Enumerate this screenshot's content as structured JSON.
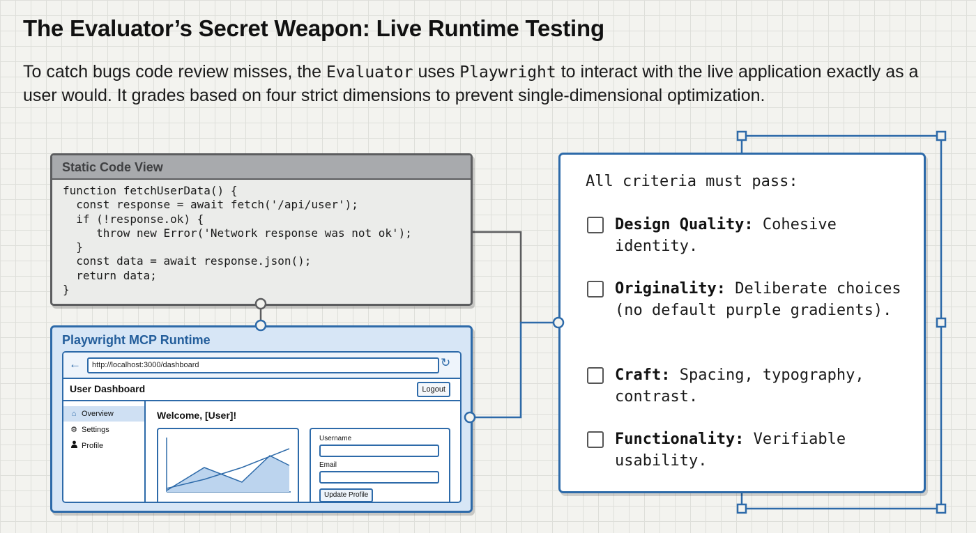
{
  "header": {
    "title": "The Evaluator’s Secret Weapon: Live Runtime Testing",
    "subtitle_part1": "To catch bugs code review misses, the ",
    "subtitle_code1": "Evaluator",
    "subtitle_part2": " uses ",
    "subtitle_code2": "Playwright",
    "subtitle_part3": " to interact with the live application exactly as a user would. It grades based on four strict dimensions to prevent single-dimensional optimization."
  },
  "static_panel": {
    "title": "Static Code View",
    "code": "function fetchUserData() {\n  const response = await fetch('/api/user');\n  if (!response.ok) {\n     throw new Error('Network response was not ok');\n  }\n  const data = await response.json();\n  return data;\n}"
  },
  "runtime_panel": {
    "title": "Playwright MCP Runtime",
    "browser": {
      "url": "http://localhost:3000/dashboard",
      "back_icon": "arrow-left-icon",
      "reload_icon": "reload-icon"
    },
    "app": {
      "title": "User Dashboard",
      "logout_label": "Logout",
      "nav": [
        {
          "label": "Overview",
          "icon": "home-icon",
          "active": true
        },
        {
          "label": "Settings",
          "icon": "gear-icon",
          "active": false
        },
        {
          "label": "Profile",
          "icon": "user-icon",
          "active": false
        }
      ],
      "welcome": "Welcome, [User]!",
      "form": {
        "username_label": "Username",
        "email_label": "Email",
        "submit_label": "Update Profile"
      }
    }
  },
  "criteria": {
    "heading": "All criteria must pass:",
    "items": [
      {
        "name": "Design Quality:",
        "description": " Cohesive identity."
      },
      {
        "name": "Originality:",
        "description": " Deliberate choices (no default purple gradients)."
      },
      {
        "name": "Craft:",
        "description": " Spacing, typography, contrast."
      },
      {
        "name": "Functionality:",
        "description": " Verifiable usability."
      }
    ]
  },
  "colors": {
    "accent_blue": "#2d6aa9",
    "panel_blue_fill": "#d7e6f6",
    "code_panel_fill": "#ebecea",
    "code_header_fill": "#a8aaad",
    "connector_gray": "#5c5d5f"
  }
}
